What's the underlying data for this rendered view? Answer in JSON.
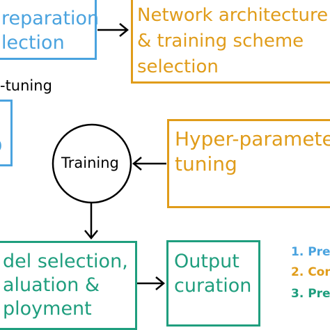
{
  "boxes": {
    "data_prep": {
      "line1": "reparation",
      "line2": "lection"
    },
    "network": {
      "line1": "Network architecture",
      "line2": "& training scheme",
      "line3": "selection"
    },
    "finetune_label": "-tuning",
    "training": "Training",
    "hyper": {
      "line1": "Hyper-parameter",
      "line2": "tuning"
    },
    "model_sel": {
      "line1": "del selection,",
      "line2": "aluation &",
      "line3": "ployment"
    },
    "output": {
      "line1": "Output",
      "line2": "curation"
    }
  },
  "legend": {
    "item1": "1. Pre",
    "item2": "2. Con",
    "item3": "3. Pre"
  },
  "colors": {
    "blue": "#4aa3df",
    "orange": "#e09c1a",
    "green": "#1f9e7e"
  }
}
